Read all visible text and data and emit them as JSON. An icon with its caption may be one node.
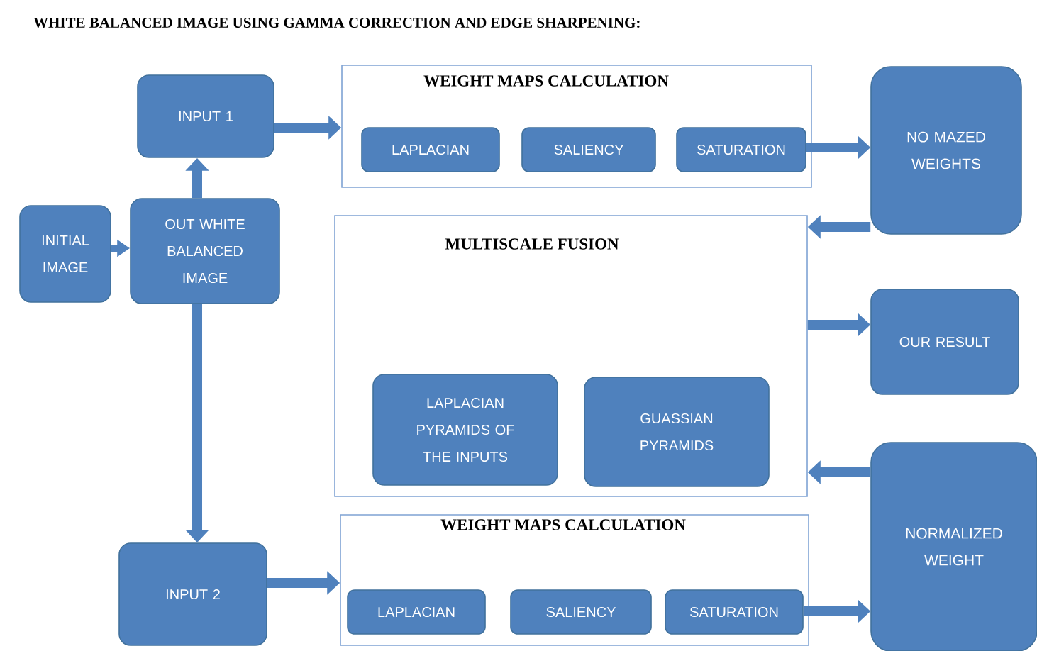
{
  "diagram": {
    "title": "WHITE  BALANCED  IMAGE USING GAMMA CORRECTION  AND EDGE SHARPENING:",
    "nodes": [
      {
        "text": [
          "INITIAL IMAGE"
        ]
      },
      {
        "text": [
          "OUT WHITE BALANCED IMAGE"
        ]
      },
      {
        "text": [
          "INPUT 1"
        ]
      },
      {
        "text": [
          "INPUT 2"
        ]
      },
      {
        "text": [
          "WEIGHT  MAPS CALCULATION"
        ]
      },
      {
        "text": [
          "LAPLACIAN"
        ],
        "in": 4
      },
      {
        "text": [
          "SALIENCY"
        ],
        "in": 4
      },
      {
        "text": [
          "SATURATION"
        ],
        "in": 4
      },
      {
        "text": [
          "NO MAZED WEIGHTS"
        ]
      },
      {
        "text": [
          "MULTISCALE  FUSION"
        ]
      },
      {
        "text": [
          "LAPLACIAN PYRAMIDS OF THE INPUTS"
        ],
        "in": 9
      },
      {
        "text": [
          "GUASSIAN PYRAMIDS"
        ],
        "in": 9
      },
      {
        "text": [
          "OUR RESULT"
        ]
      },
      {
        "text": [
          "NORMALIZED WEIGHT"
        ]
      },
      {
        "text": [
          "WEIGHT  MAPS CALCULATION"
        ]
      },
      {
        "text": [
          "LAPLACIAN"
        ],
        "in": 14
      },
      {
        "text": [
          "SALIENCY"
        ],
        "in": 14
      },
      {
        "text": [
          "SATURATION"
        ],
        "in": 14
      }
    ],
    "edges": [
      {
        "from": 0,
        "to": 1,
        "arrow": "to"
      },
      {
        "from": 1,
        "to": 2,
        "arrow": "to"
      },
      {
        "from": 1,
        "to": 3,
        "arrow": "to"
      },
      {
        "from": 2,
        "to": 4,
        "arrow": "to"
      },
      {
        "from": 7,
        "to": 8,
        "arrow": "to"
      },
      {
        "from": 8,
        "to": 9,
        "arrow": "to"
      },
      {
        "from": 9,
        "to": 12,
        "arrow": "to"
      },
      {
        "from": 13,
        "to": 9,
        "arrow": "to"
      },
      {
        "from": 3,
        "to": 14,
        "arrow": "to"
      },
      {
        "from": 17,
        "to": 13,
        "arrow": "to"
      }
    ]
  }
}
